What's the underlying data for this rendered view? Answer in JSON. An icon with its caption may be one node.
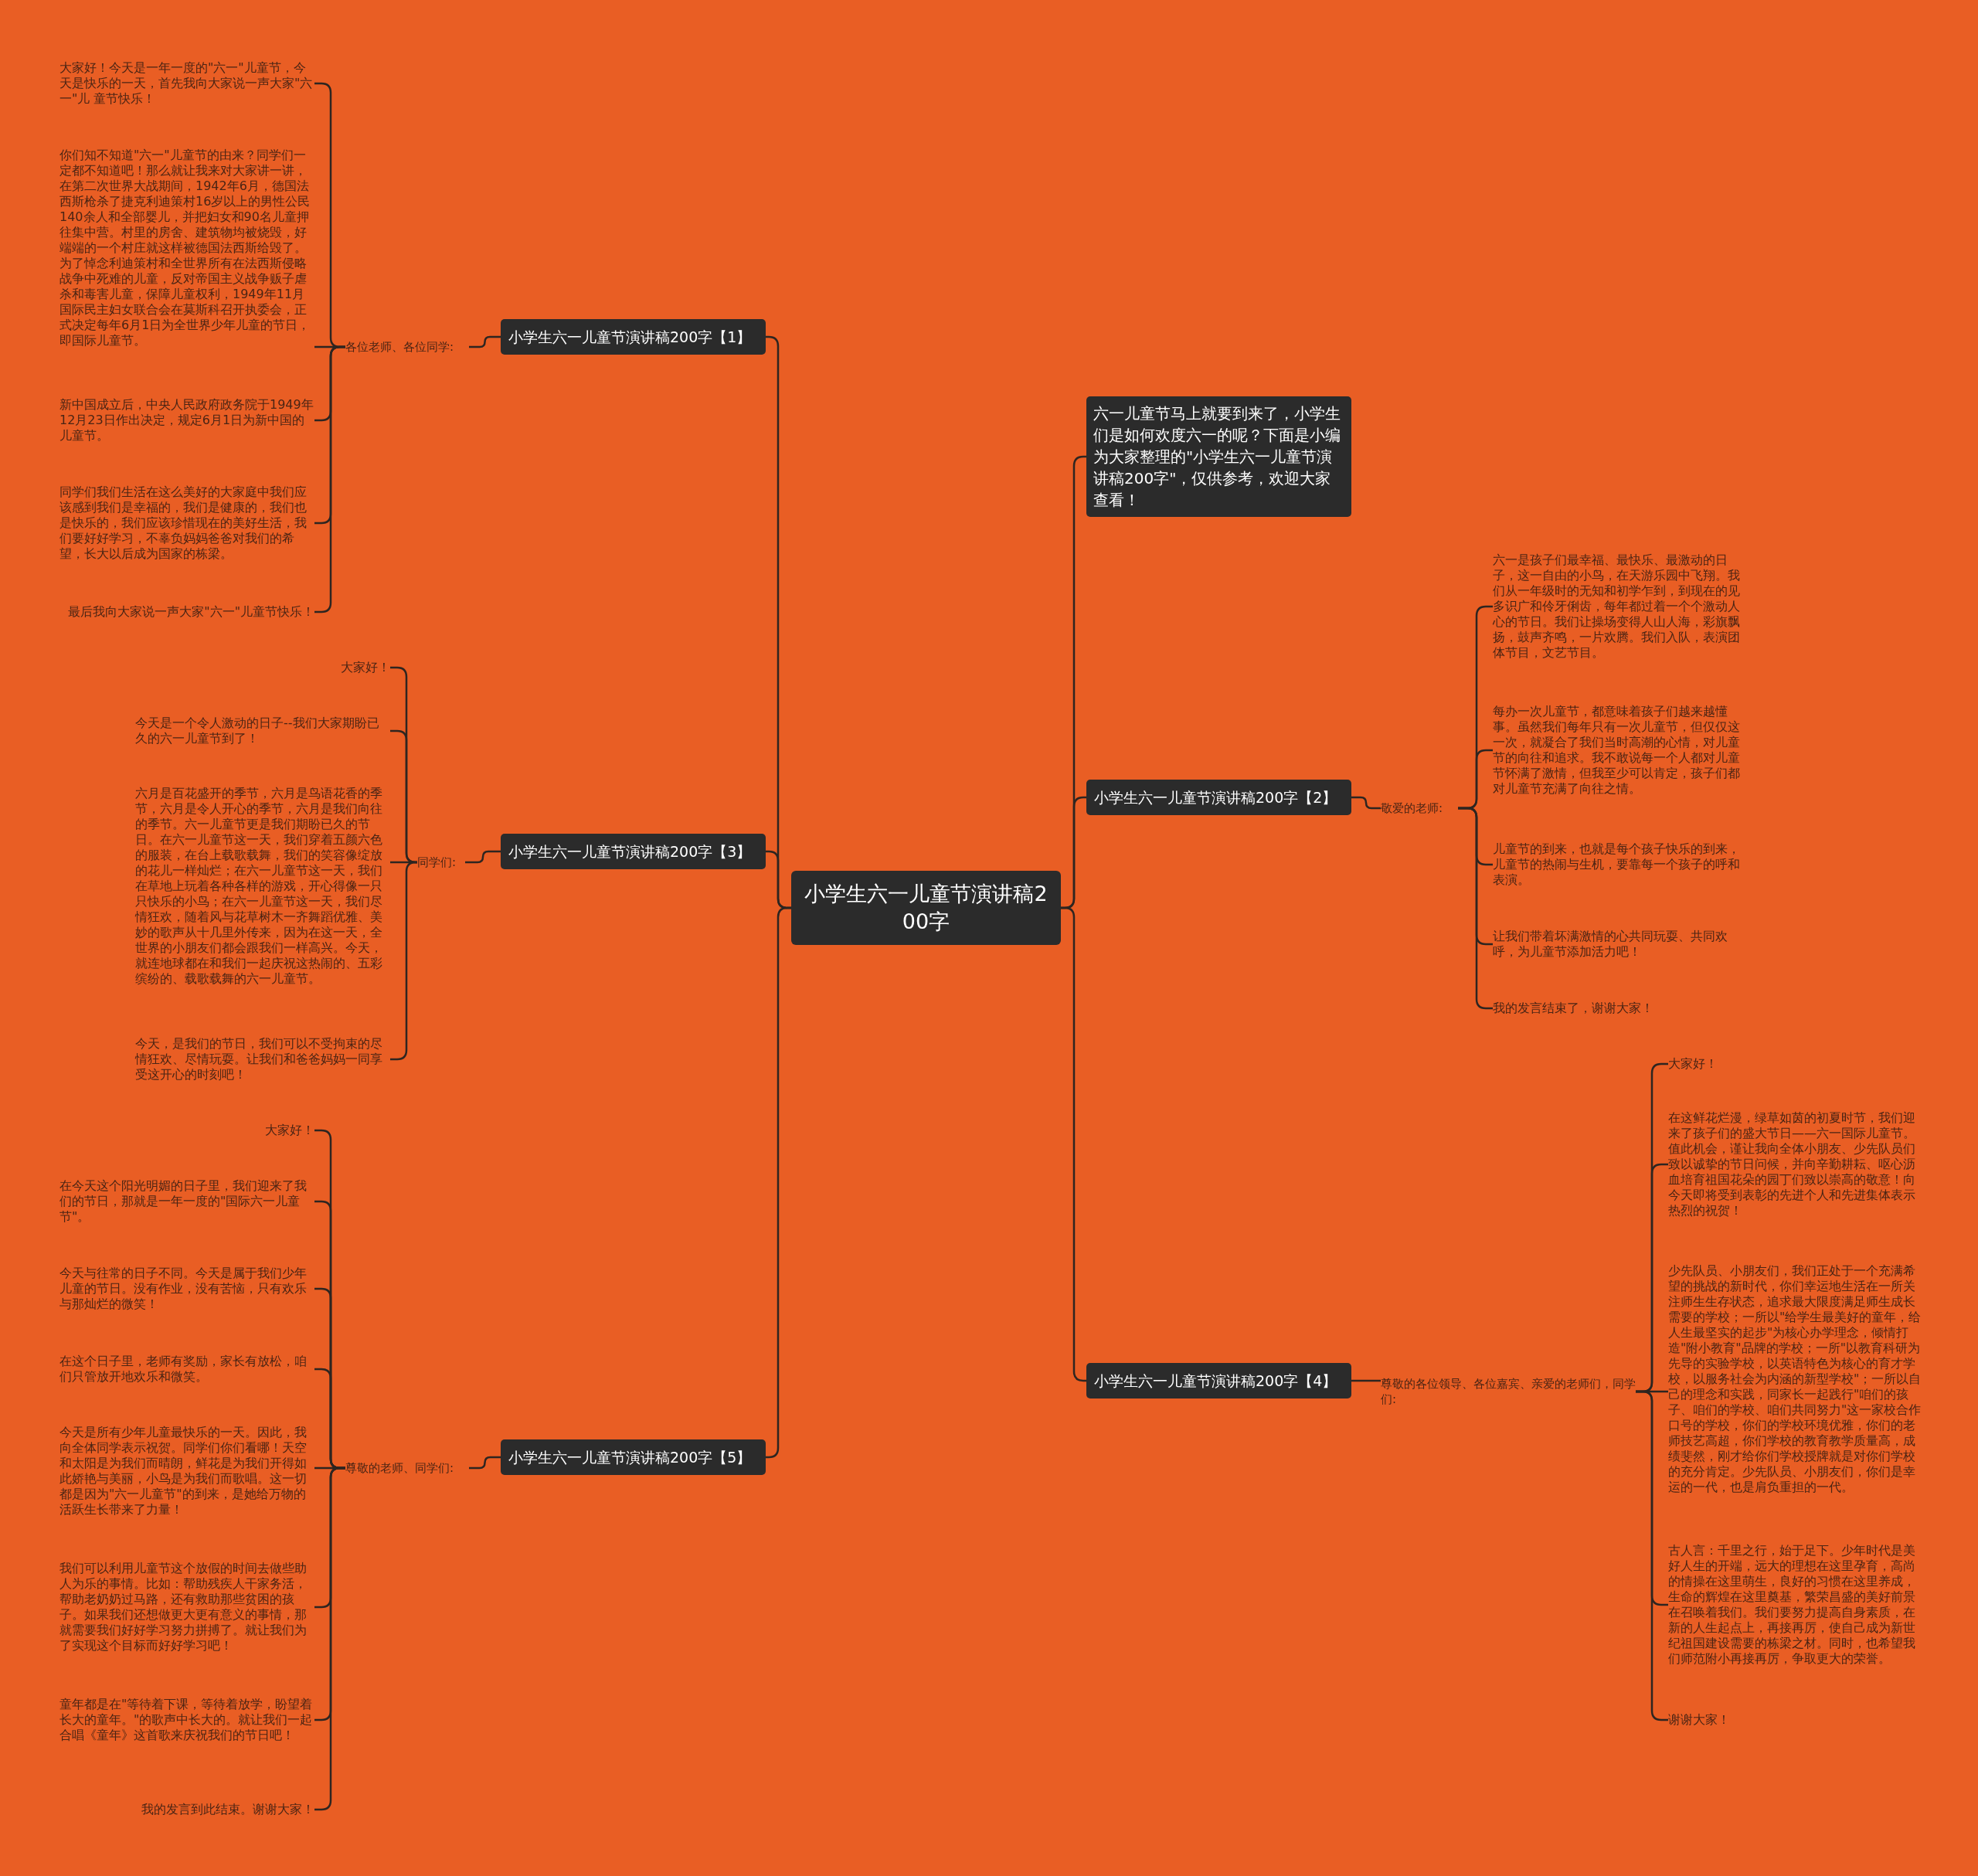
{
  "diagram": {
    "nodes": [
      {
        "text": [
          "小学生六一儿童节演讲稿200字"
        ]
      },
      {
        "text": [
          "小学生六一儿童节演讲稿200字【1】"
        ]
      },
      {
        "text": [
          "各位老师、各位同学:"
        ]
      },
      {
        "text": [
          "大家好！今天是一年一度的\"六一\"儿童节，今天是快乐的一天，首先我向大家说一声大家\"六一\"儿 童节快乐！"
        ]
      },
      {
        "text": [
          "你们知不知道\"六一\"儿童节的由来？同学们一定都不知道吧！那么就让我来对大家讲一讲，在第二次世界大战期间，1942年6月，德国法西斯枪杀了捷克利迪策村16岁以上的男性公民140余人和全部婴儿，并把妇女和90名儿童押往集中营。村里的房舍、建筑物均被烧毁，好端端的一个村庄就这样被德国法西斯给毁了。为了悼念利迪策村和全世界所有在法西斯侵略战争中死难的儿童，反对帝国主义战争贩子虐杀和毒害儿童，保障儿童权利，1949年11月国际民主妇女联合会在莫斯科召开执委会，正式决定每年6月1日为全世界少年儿童的节日，即国际儿童节。"
        ]
      },
      {
        "text": [
          "新中国成立后，中央人民政府政务院于1949年12月23日作出决定，规定6月1日为新中国的儿童节。"
        ]
      },
      {
        "text": [
          "同学们我们生活在这么美好的大家庭中我们应该感到我们是幸福的，我们是健康的，我们也是快乐的，我们应该珍惜现在的美好生活，我们要好好学习，不辜负妈妈爸爸对我们的希望，长大以后成为国家的栋梁。"
        ]
      },
      {
        "text": [
          "最后我向大家说一声大家\"六一\"儿童节快乐！"
        ]
      },
      {
        "text": [
          "六一儿童节马上就要到来了，小学生们是如何欢度六一的呢？下面是小编为大家整理的\"小学生六一儿童节演讲稿200字\"，仅供参考，欢迎大家查看！"
        ]
      },
      {
        "text": [
          "小学生六一儿童节演讲稿200字【2】"
        ]
      },
      {
        "text": [
          "敬爱的老师:"
        ]
      },
      {
        "text": [
          "六一是孩子们最幸福、最快乐、最激动的日子，这一自由的小鸟，在天游乐园中飞翔。我们从一年级时的无知和初学乍到，到现在的见多识广和伶牙俐齿，每年都过着一个个激动人心的节日。我们让操场变得人山人海，彩旗飘扬，鼓声齐鸣，一片欢腾。我们入队，表演团体节目，文艺节目。"
        ]
      },
      {
        "text": [
          "每办一次儿童节，都意味着孩子们越来越懂事。虽然我们每年只有一次儿童节，但仅仅这一次，就凝合了我们当时高潮的心情，对儿童节的向往和追求。我不敢说每一个人都对儿童节怀满了激情，但我至少可以肯定，孩子们都对儿童节充满了向往之情。"
        ]
      },
      {
        "text": [
          "儿童节的到来，也就是每个孩子快乐的到来，儿童节的热闹与生机，要靠每一个孩子的呼和表演。"
        ]
      },
      {
        "text": [
          "让我们带着坏满激情的心共同玩耍、共同欢呼，为儿童节添加活力吧！"
        ]
      },
      {
        "text": [
          "我的发言结束了，谢谢大家！"
        ]
      },
      {
        "text": [
          "小学生六一儿童节演讲稿200字【3】"
        ]
      },
      {
        "text": [
          "同学们:"
        ]
      },
      {
        "text": [
          "大家好！"
        ]
      },
      {
        "text": [
          "今天是一个令人激动的日子--我们大家期盼已久的六一儿童节到了！"
        ]
      },
      {
        "text": [
          "六月是百花盛开的季节，六月是鸟语花香的季节，六月是令人开心的季节，六月是我们向往的季节。六一儿童节更是我们期盼已久的节日。在六一儿童节这一天，我们穿着五颜六色的服装，在台上载歌载舞，我们的笑容像绽放的花儿一样灿烂；在六一儿童节这一天，我们在草地上玩着各种各样的游戏，开心得像一只只快乐的小鸟；在六一儿童节这一天，我们尽情狂欢，随着风与花草树木一齐舞蹈优雅、美妙的歌声从十几里外传来，因为在这一天，全世界的小朋友们都会跟我们一样高兴。今天，就连地球都在和我们一起庆祝这热闹的、五彩缤纷的、载歌载舞的六一儿童节。"
        ]
      },
      {
        "text": [
          "今天，是我们的节日，我们可以不受拘束的尽情狂欢、尽情玩耍。让我们和爸爸妈妈一同享受这开心的时刻吧！"
        ]
      },
      {
        "text": [
          "小学生六一儿童节演讲稿200字【4】"
        ]
      },
      {
        "text": [
          "尊敬的各位领导、各位嘉宾、亲爱的老师们，同学们:"
        ]
      },
      {
        "text": [
          "大家好！"
        ]
      },
      {
        "text": [
          "在这鲜花烂漫，绿草如茵的初夏时节，我们迎来了孩子们的盛大节日——六一国际儿童节。值此机会，谨让我向全体小朋友、少先队员们致以诚挚的节日问候，并向辛勤耕耘、呕心沥血培育祖国花朵的园丁们致以崇高的敬意！向今天即将受到表彰的先进个人和先进集体表示热烈的祝贺！"
        ]
      },
      {
        "text": [
          "少先队员、小朋友们，我们正处于一个充满希望的挑战的新时代，你们幸运地生活在一所关注师生生存状态，追求最大限度满足师生成长需要的学校；一所以\"给学生最美好的童年，给人生最坚实的起步\"为核心办学理念，倾情打造\"附小教育\"品牌的学校；一所\"以教育科研为先导的实验学校，以英语特色为核心的育才学校，以服务社会为内涵的新型学校\"；一所以自己的理念和实践，同家长一起践行\"咱们的孩子、咱们的学校、咱们共同努力\"这一家校合作口号的学校，你们的学校环境优雅，你们的老师技艺高超，你们学校的教育教学质量高，成绩斐然，刚才给你们学校授牌就是对你们学校的充分肯定。少先队员、小朋友们，你们是幸运的一代，也是肩负重担的一代。"
        ]
      },
      {
        "text": [
          "古人言：千里之行，始于足下。少年时代是美好人生的开端，远大的理想在这里孕育，高尚的情操在这里萌生，良好的习惯在这里养成，生命的辉煌在这里奠基，繁荣昌盛的美好前景在召唤着我们。我们要努力提高自身素质，在新的人生起点上，再接再厉，使自己成为新世纪祖国建设需要的栋梁之材。同时，也希望我们师范附小再接再厉，争取更大的荣誉。"
        ]
      },
      {
        "text": [
          "谢谢大家！"
        ]
      },
      {
        "text": [
          "小学生六一儿童节演讲稿200字【5】"
        ]
      },
      {
        "text": [
          "尊敬的老师、同学们:"
        ]
      },
      {
        "text": [
          "大家好！"
        ]
      },
      {
        "text": [
          "在今天这个阳光明媚的日子里，我们迎来了我们的节日，那就是一年一度的\"国际六一儿童节\"。"
        ]
      },
      {
        "text": [
          "今天与往常的日子不同。今天是属于我们少年儿童的节日。没有作业，没有苦恼，只有欢乐与那灿烂的微笑！"
        ]
      },
      {
        "text": [
          "在这个日子里，老师有奖励，家长有放松，咱们只管放开地欢乐和微笑。"
        ]
      },
      {
        "text": [
          "今天是所有少年儿童最快乐的一天。因此，我向全体同学表示祝贺。同学们你们看哪！天空和太阳是为我们而晴朗，鲜花是为我们开得如此娇艳与美丽，小鸟是为我们而歌唱。这一切都是因为\"六一儿童节\"的到来，是她给万物的活跃生长带来了力量！"
        ]
      },
      {
        "text": [
          "我们可以利用儿童节这个放假的时间去做些助人为乐的事情。比如：帮助残疾人干家务活，帮助老奶奶过马路，还有救助那些贫困的孩子。如果我们还想做更大更有意义的事情，那就需要我们好好学习努力拼搏了。就让我们为了实现这个目标而好好学习吧！"
        ]
      },
      {
        "text": [
          "童年都是在\"等待着下课，等待着放学，盼望着长大的童年。\"的歌声中长大的。就让我们一起合唱《童年》这首歌来庆祝我们的节日吧！"
        ]
      },
      {
        "text": [
          "我的发言到此结束。谢谢大家！"
        ]
      }
    ],
    "edges": [
      {
        "from": 0,
        "to": 1,
        "arrow": "none"
      },
      {
        "from": 1,
        "to": 2,
        "arrow": "none"
      },
      {
        "from": 2,
        "to": 3,
        "arrow": "none"
      },
      {
        "from": 2,
        "to": 4,
        "arrow": "none"
      },
      {
        "from": 2,
        "to": 5,
        "arrow": "none"
      },
      {
        "from": 2,
        "to": 6,
        "arrow": "none"
      },
      {
        "from": 2,
        "to": 7,
        "arrow": "none"
      },
      {
        "from": 0,
        "to": 8,
        "arrow": "none"
      },
      {
        "from": 0,
        "to": 9,
        "arrow": "none"
      },
      {
        "from": 9,
        "to": 10,
        "arrow": "none"
      },
      {
        "from": 10,
        "to": 11,
        "arrow": "none"
      },
      {
        "from": 10,
        "to": 12,
        "arrow": "none"
      },
      {
        "from": 10,
        "to": 13,
        "arrow": "none"
      },
      {
        "from": 10,
        "to": 14,
        "arrow": "none"
      },
      {
        "from": 10,
        "to": 15,
        "arrow": "none"
      },
      {
        "from": 0,
        "to": 16,
        "arrow": "none"
      },
      {
        "from": 16,
        "to": 17,
        "arrow": "none"
      },
      {
        "from": 17,
        "to": 18,
        "arrow": "none"
      },
      {
        "from": 17,
        "to": 19,
        "arrow": "none"
      },
      {
        "from": 17,
        "to": 20,
        "arrow": "none"
      },
      {
        "from": 17,
        "to": 21,
        "arrow": "none"
      },
      {
        "from": 0,
        "to": 22,
        "arrow": "none"
      },
      {
        "from": 22,
        "to": 23,
        "arrow": "none"
      },
      {
        "from": 23,
        "to": 24,
        "arrow": "none"
      },
      {
        "from": 23,
        "to": 25,
        "arrow": "none"
      },
      {
        "from": 23,
        "to": 26,
        "arrow": "none"
      },
      {
        "from": 23,
        "to": 27,
        "arrow": "none"
      },
      {
        "from": 23,
        "to": 28,
        "arrow": "none"
      },
      {
        "from": 0,
        "to": 29,
        "arrow": "none"
      },
      {
        "from": 29,
        "to": 30,
        "arrow": "none"
      },
      {
        "from": 30,
        "to": 31,
        "arrow": "none"
      },
      {
        "from": 30,
        "to": 32,
        "arrow": "none"
      },
      {
        "from": 30,
        "to": 33,
        "arrow": "none"
      },
      {
        "from": 30,
        "to": 34,
        "arrow": "none"
      },
      {
        "from": 30,
        "to": 35,
        "arrow": "none"
      },
      {
        "from": 30,
        "to": 36,
        "arrow": "none"
      },
      {
        "from": 30,
        "to": 37,
        "arrow": "none"
      },
      {
        "from": 30,
        "to": 38,
        "arrow": "none"
      }
    ]
  }
}
